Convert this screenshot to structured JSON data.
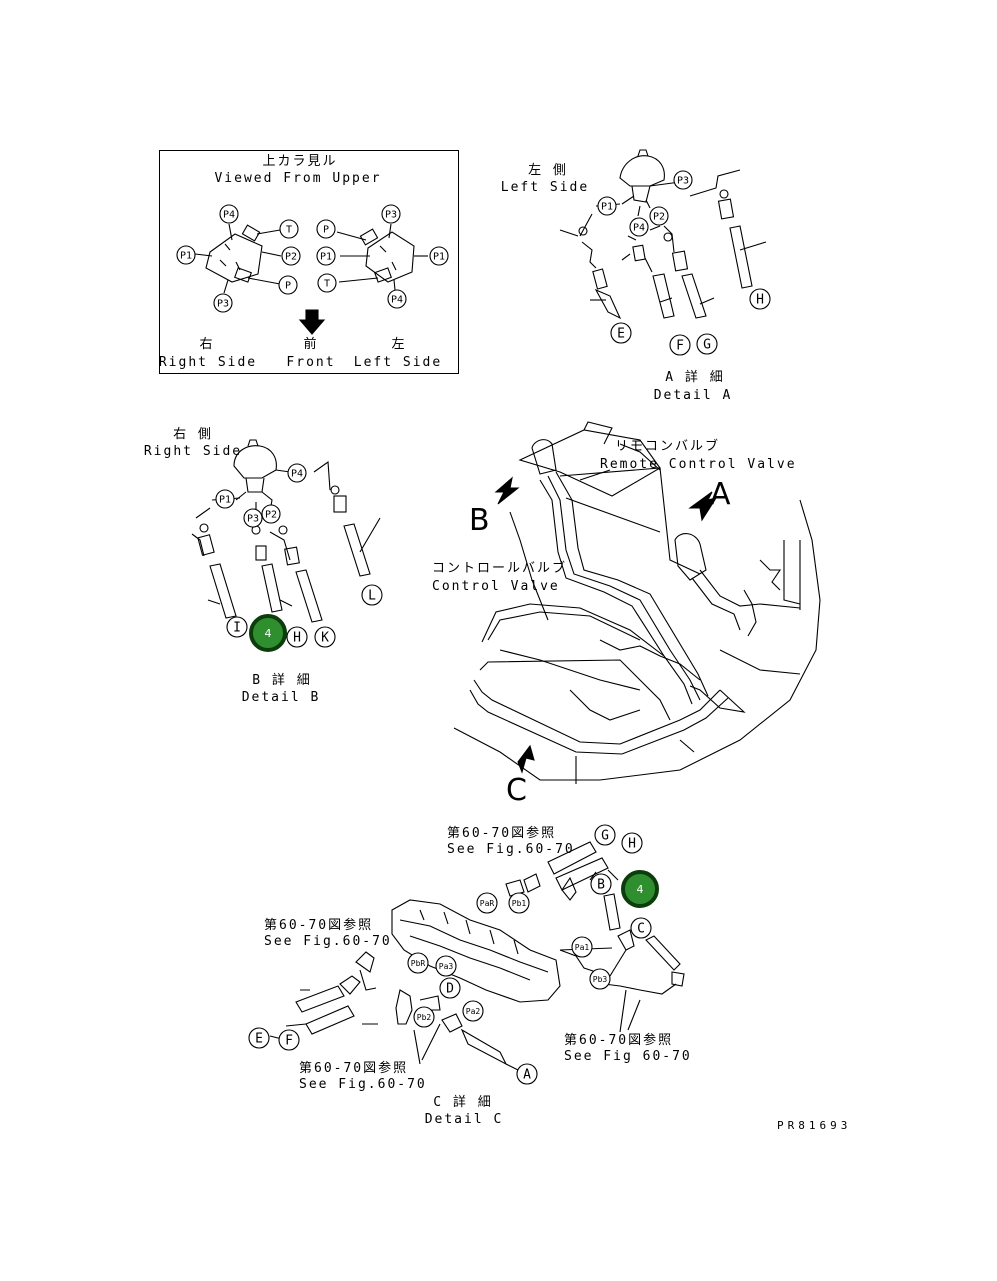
{
  "viewed_box": {
    "title_jp": "上カラ見ル",
    "title_en": "Viewed From Upper",
    "right_jp": "右",
    "right_en": "Right Side",
    "front_jp": "前",
    "front_en": "Front",
    "left_jp": "左",
    "left_en": "Left Side",
    "ports_right": [
      "P4",
      "T",
      "P2",
      "P1",
      "P",
      "P3"
    ],
    "ports_left": [
      "P3",
      "P",
      "P1",
      "P1",
      "T",
      "P4"
    ]
  },
  "detail_a": {
    "side_jp": "左 側",
    "side_en": "Left Side",
    "title_jp": "A 詳 細",
    "title_en": "Detail A",
    "ports": [
      "P3",
      "P1",
      "P2",
      "P4"
    ],
    "letters": [
      "E",
      "F",
      "G",
      "H"
    ]
  },
  "detail_b": {
    "side_jp": "右 側",
    "side_en": "Right Side",
    "title_jp": "B 詳 細",
    "title_en": "Detail B",
    "ports": [
      "P4",
      "P1",
      "P3",
      "P2"
    ],
    "letters": [
      "I",
      "H",
      "K",
      "L"
    ]
  },
  "main_view": {
    "remote_jp": "リモコンバルブ",
    "remote_en": "Remote Control Valve",
    "control_jp": "コントロールバルブ",
    "control_en": "Control Valve",
    "arrow_a": "A",
    "arrow_b": "B",
    "arrow_c": "C"
  },
  "detail_c": {
    "title_jp": "C 詳 細",
    "title_en": "Detail C",
    "ref_jp": "第60-70図参照",
    "ref_en_1": "See Fig.60-70",
    "ref_en_2": "See Fig 60-70",
    "ports": [
      "PaR",
      "Pb1",
      "PbR",
      "Pa1",
      "Pb2",
      "Pa2",
      "Pa3",
      "Pb3"
    ],
    "letters": [
      "G",
      "H",
      "B",
      "C",
      "D",
      "A",
      "E",
      "F"
    ]
  },
  "badges": [
    "4",
    "4"
  ],
  "drawing_number": "PR81693"
}
